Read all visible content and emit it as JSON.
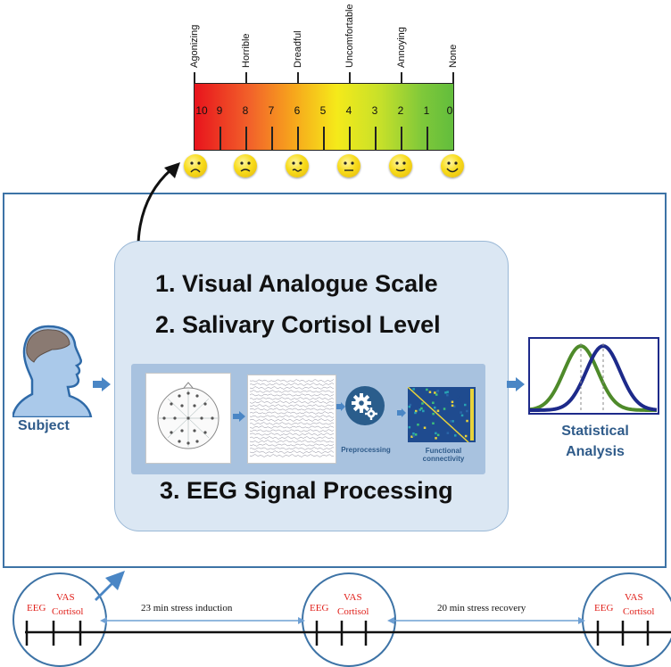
{
  "vas": {
    "labels": [
      "Agonizing",
      "Horrible",
      "Dreadful",
      "Uncomfortable",
      "Annoying",
      "None"
    ],
    "numbers": [
      "10",
      "9",
      "8",
      "7",
      "6",
      "5",
      "4",
      "3",
      "2",
      "1",
      "0"
    ]
  },
  "panel": {
    "item1": "1. Visual Analogue Scale",
    "item2": "2. Salivary Cortisol Level",
    "item3": "3. EEG Signal Processing",
    "preprocessing": "Preprocessing",
    "functional_line1": "Functional",
    "functional_line2": "connectivity"
  },
  "subject": {
    "label": "Subject"
  },
  "statistics": {
    "line1": "Statistical",
    "line2": "Analysis"
  },
  "timeline": {
    "eeg": "EEG",
    "vas": "VAS",
    "cortisol": "Cortisol",
    "phase1": "23 min stress induction",
    "phase2": "20 min stress recovery"
  },
  "colors": {
    "accent_blue": "#3d73a6",
    "label_blue": "#2f5b8a",
    "red_text": "#e0201a",
    "panel_fill": "#dbe7f3",
    "green_curve": "#4e8a2a",
    "navy_curve": "#1d2a8a"
  }
}
